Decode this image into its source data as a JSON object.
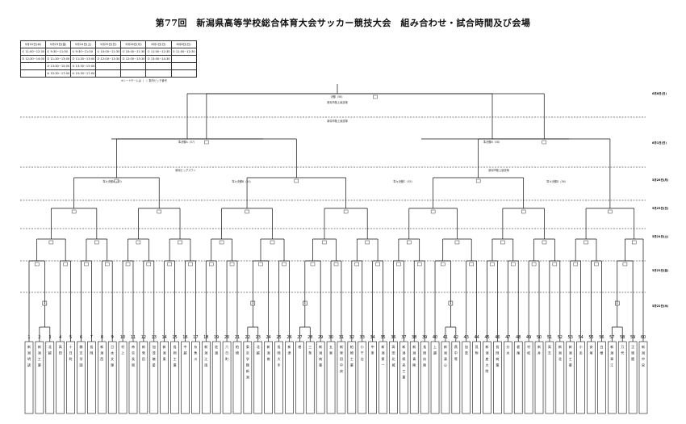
{
  "title": "第77回　新潟県高等学校総合体育大会サッカー競技大会　組み合わせ・試合時間及び会場",
  "schedule": {
    "headers": [
      "5月22日(木)",
      "5月23日(金)",
      "5月24日(土)",
      "5月25日(日)",
      "5月26日(月)",
      "6月1日(日)",
      "6月8日(日)"
    ],
    "rows": [
      [
        "① 11:00~12:30",
        "① 9:30~11:00",
        "① 9:30~11:00",
        "① 10:00~11:30",
        "① 10:00~11:30",
        "① 11:00~12:30",
        "① 11:00~12:30"
      ],
      [
        "② 12:30~14:00",
        "② 11:30~13:00",
        "② 11:30~13:00",
        "② 12:00~13:30",
        "② 12:00~13:30",
        "② 13:00~14:30",
        ""
      ],
      [
        "",
        "③ 13:30~15:00",
        "③ 13:30~15:00",
        "",
        "",
        "",
        ""
      ],
      [
        "",
        "④ 15:30~17:00",
        "④ 15:30~17:00",
        "",
        "",
        "",
        ""
      ]
    ]
  },
  "legend": "※シードチームは（　）数内ピッチ番号",
  "final": {
    "label": "決勝（58）",
    "venue": "新潟市陸上競技場"
  },
  "semi_venue": "新潟市陸上競技場",
  "semis": [
    {
      "label": "準決勝A（57）"
    },
    {
      "label": "準決勝B（58）"
    }
  ],
  "qf_venues": [
    "新潟ビッグスワン",
    "新潟市陸上競技場"
  ],
  "quarters": [
    {
      "label": "準々決勝A（53）"
    },
    {
      "label": "準々決勝B（54）"
    },
    {
      "label": "準々決勝C（55）"
    },
    {
      "label": "準々決勝D（56）"
    }
  ],
  "date_labels": [
    "6月8日(日)",
    "6月1日(日)",
    "5月26日(月)",
    "5月25日(日)",
    "5月24日(土)",
    "5月23日(金)",
    "5月22日(木)"
  ],
  "team_numbers": [
    "1",
    "2",
    "3",
    "4",
    "5",
    "6",
    "7",
    "8",
    "9",
    "10",
    "11",
    "12",
    "13",
    "14",
    "15",
    "16",
    "17",
    "18",
    "19",
    "20",
    "21",
    "22",
    "23",
    "24",
    "25",
    "26",
    "27",
    "28",
    "29",
    "30",
    "31",
    "32",
    "33",
    "34",
    "35",
    "36",
    "37",
    "38",
    "39",
    "40",
    "41",
    "42",
    "43",
    "44",
    "45",
    "46",
    "47",
    "48",
    "49",
    "50",
    "51",
    "52",
    "53",
    "54",
    "55",
    "56",
    "57",
    "58",
    "59",
    "60"
  ],
  "teams": [
    "新潟明訓",
    "新潟工業",
    "北越",
    "高田",
    "十日町",
    "開志学園",
    "長岡",
    "新潟西",
    "日本文理",
    "村上",
    "帝京長岡",
    "新発田",
    "加茂暁星",
    "新潟東",
    "長岡工業",
    "中越",
    "糸魚川",
    "新潟江南",
    "佐渡",
    "六日町",
    "柏崎",
    "東京学館新潟",
    "北越",
    "新潟南",
    "長岡大手",
    "新津",
    "巻",
    "三条",
    "新潟商業",
    "五泉",
    "新発田中央",
    "柏崎工業",
    "小千谷",
    "中条",
    "新潟第一",
    "高田北城",
    "新潟県央工業",
    "新潟青陵",
    "長岡向陵",
    "上越",
    "新潟清心",
    "燕中等",
    "加茂",
    "見附",
    "新潟産大附",
    "長岡商業",
    "分水",
    "栃尾",
    "村松",
    "新井",
    "高志",
    "新潟北",
    "新潟工業",
    "小出",
    "安塚",
    "白根",
    "新潟翠江",
    "万代",
    "正徳館",
    "新潟中央"
  ]
}
